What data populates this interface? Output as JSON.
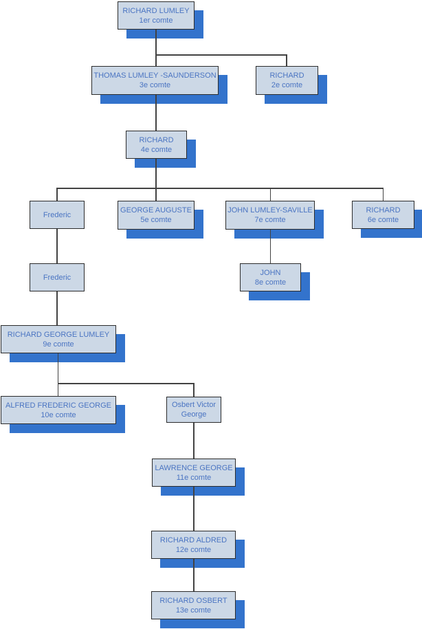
{
  "diagram": {
    "type": "org-chart-family-tree",
    "colors": {
      "background": "#ffffff",
      "node_fill": "#ccd8e6",
      "node_border": "#2b2b2b",
      "node_text": "#4a74c2",
      "shadow": "#3373cc",
      "connector": "#424242"
    },
    "nodes": [
      {
        "id": "richard-1er",
        "name": "RICHARD LUMLEY",
        "caption": "1er comte",
        "parent": null
      },
      {
        "id": "thomas-3e",
        "name": "THOMAS LUMLEY -SAUNDERSON",
        "caption": "3e comte",
        "parent": "richard-1er"
      },
      {
        "id": "richard-2e",
        "name": "RICHARD",
        "caption": "2e comte",
        "parent": "richard-1er"
      },
      {
        "id": "richard-4e",
        "name": "RICHARD",
        "caption": "4e comte",
        "parent": "thomas-3e"
      },
      {
        "id": "frederic-1",
        "name": "Frederic",
        "caption": "",
        "parent": "richard-4e"
      },
      {
        "id": "george-5e",
        "name": "GEORGE AUGUSTE",
        "caption": "5e comte",
        "parent": "richard-4e"
      },
      {
        "id": "john-7e",
        "name": "JOHN LUMLEY-SAVILLE",
        "caption": "7e comte",
        "parent": "richard-4e"
      },
      {
        "id": "richard-6e",
        "name": "RICHARD",
        "caption": "6e comte",
        "parent": "richard-4e"
      },
      {
        "id": "frederic-2",
        "name": "Frederic",
        "caption": "",
        "parent": "frederic-1"
      },
      {
        "id": "john-8e",
        "name": "JOHN",
        "caption": "8e comte",
        "parent": "john-7e"
      },
      {
        "id": "richard-9e",
        "name": "RICHARD GEORGE LUMLEY",
        "caption": "9e comte",
        "parent": "frederic-2"
      },
      {
        "id": "alfred-10e",
        "name": "ALFRED FREDERIC GEORGE",
        "caption": "10e comte",
        "parent": "richard-9e"
      },
      {
        "id": "osbert",
        "name": "Osbert Victor George",
        "caption": "",
        "parent": "richard-9e"
      },
      {
        "id": "lawrence-11e",
        "name": "LAWRENCE GEORGE",
        "caption": "11e comte",
        "parent": "osbert"
      },
      {
        "id": "richard-12e",
        "name": "RICHARD ALDRED",
        "caption": "12e comte",
        "parent": "lawrence-11e"
      },
      {
        "id": "richard-13e",
        "name": "RICHARD OSBERT",
        "caption": "13e comte",
        "parent": "richard-12e"
      }
    ]
  }
}
